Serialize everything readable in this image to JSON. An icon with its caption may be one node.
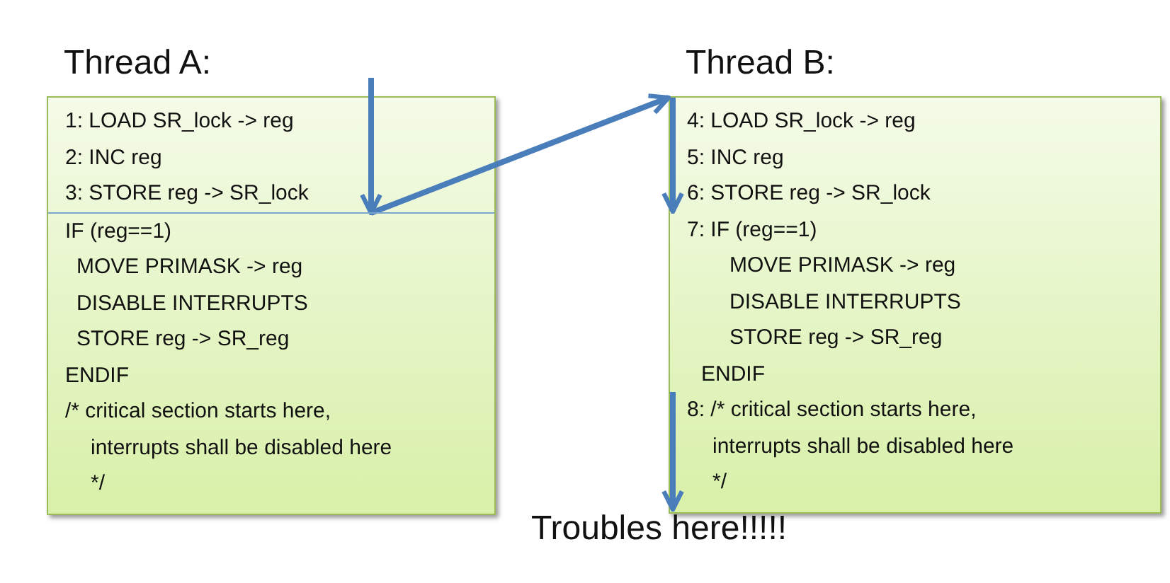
{
  "diagram": {
    "nodes": [
      {
        "text": [
          "Thread A:"
        ]
      },
      {
        "text": [
          "1: LOAD SR_lock -> reg"
        ],
        "in": 0
      },
      {
        "text": [
          "2: INC reg"
        ],
        "in": 0
      },
      {
        "text": [
          "3: STORE reg -> SR_lock"
        ],
        "in": 0
      },
      {
        "text": [
          "IF (reg==1)"
        ],
        "in": 0
      },
      {
        "text": [
          "MOVE PRIMASK -> reg"
        ],
        "in": 0
      },
      {
        "text": [
          "DISABLE INTERRUPTS"
        ],
        "in": 0
      },
      {
        "text": [
          "STORE reg -> SR_reg"
        ],
        "in": 0
      },
      {
        "text": [
          "ENDIF"
        ],
        "in": 0
      },
      {
        "text": [
          "/* critical section starts here, interrupts shall be disabled here */"
        ],
        "in": 0
      },
      {
        "text": [
          "Thread B:"
        ]
      },
      {
        "text": [
          "4: LOAD SR_lock -> reg"
        ],
        "in": 10
      },
      {
        "text": [
          "5: INC reg"
        ],
        "in": 10
      },
      {
        "text": [
          "6: STORE reg -> SR_lock"
        ],
        "in": 10
      },
      {
        "text": [
          "7: IF (reg==1)"
        ],
        "in": 10
      },
      {
        "text": [
          "MOVE PRIMASK -> reg"
        ],
        "in": 10
      },
      {
        "text": [
          "DISABLE INTERRUPTS"
        ],
        "in": 10
      },
      {
        "text": [
          "STORE reg -> SR_reg"
        ],
        "in": 10
      },
      {
        "text": [
          "ENDIF"
        ],
        "in": 10
      },
      {
        "text": [
          "8: /* critical section starts here, interrupts shall be disabled here */"
        ],
        "in": 10
      },
      {
        "text": [
          "Troubles here!!!!!"
        ]
      }
    ],
    "edges": [
      {
        "from": null,
        "to": 3,
        "arrow": "to"
      },
      {
        "from": 3,
        "to": 10,
        "arrow": "to"
      },
      {
        "from": 10,
        "to": 14,
        "arrow": "to"
      },
      {
        "from": 19,
        "to": 20,
        "arrow": "to"
      }
    ]
  }
}
